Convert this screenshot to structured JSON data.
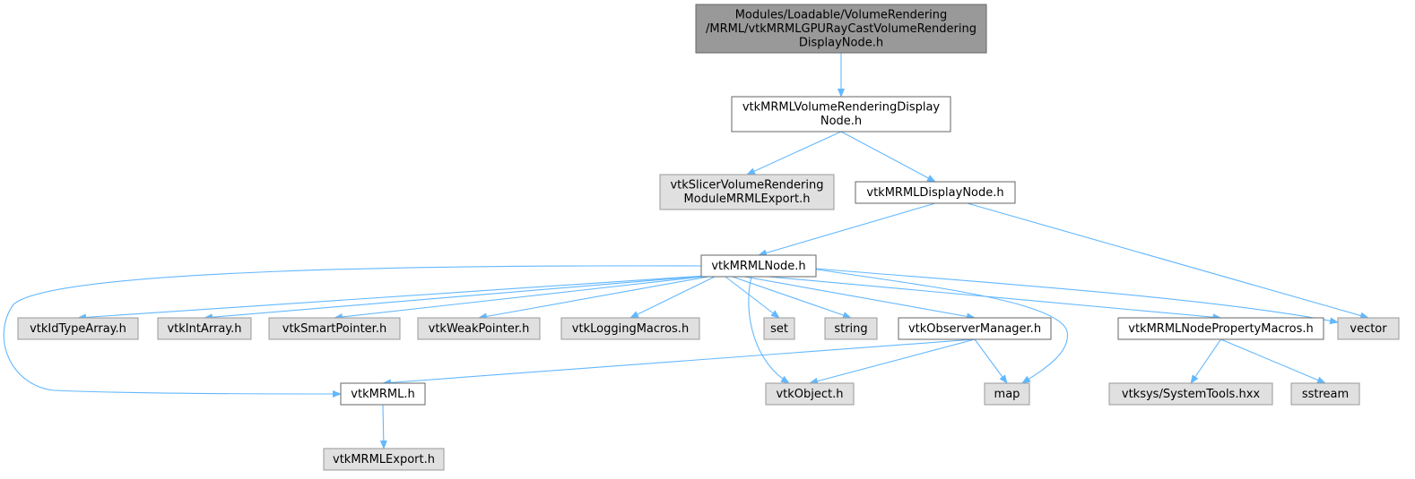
{
  "colors": {
    "root_fill": "#999999",
    "root_stroke": "#666666",
    "external_fill": "#e0e0e0",
    "external_stroke": "#999999",
    "internal_fill": "#ffffff",
    "internal_stroke": "#666666",
    "edge": "#63b8ff"
  },
  "nodes": [
    {
      "id": "root",
      "kind": "root",
      "lines": [
        "Modules/Loadable/VolumeRendering",
        "/MRML/vtkMRMLGPURayCastVolumeRendering",
        "DisplayNode.h"
      ]
    },
    {
      "id": "vrdisplay",
      "kind": "internal",
      "lines": [
        "vtkMRMLVolumeRenderingDisplay",
        "Node.h"
      ]
    },
    {
      "id": "slicerexport",
      "kind": "external",
      "lines": [
        "vtkSlicerVolumeRendering",
        "ModuleMRMLExport.h"
      ]
    },
    {
      "id": "displaynode",
      "kind": "internal",
      "lines": [
        "vtkMRMLDisplayNode.h"
      ]
    },
    {
      "id": "mrmlnode",
      "kind": "internal",
      "lines": [
        "vtkMRMLNode.h"
      ]
    },
    {
      "id": "idtypearray",
      "kind": "external",
      "lines": [
        "vtkIdTypeArray.h"
      ]
    },
    {
      "id": "intarray",
      "kind": "external",
      "lines": [
        "vtkIntArray.h"
      ]
    },
    {
      "id": "smartpointer",
      "kind": "external",
      "lines": [
        "vtkSmartPointer.h"
      ]
    },
    {
      "id": "weakpointer",
      "kind": "external",
      "lines": [
        "vtkWeakPointer.h"
      ]
    },
    {
      "id": "loggingmacros",
      "kind": "external",
      "lines": [
        "vtkLoggingMacros.h"
      ]
    },
    {
      "id": "set",
      "kind": "external",
      "lines": [
        "set"
      ]
    },
    {
      "id": "string",
      "kind": "external",
      "lines": [
        "string"
      ]
    },
    {
      "id": "observermanager",
      "kind": "internal",
      "lines": [
        "vtkObserverManager.h"
      ]
    },
    {
      "id": "propertymacros",
      "kind": "internal",
      "lines": [
        "vtkMRMLNodePropertyMacros.h"
      ]
    },
    {
      "id": "vector",
      "kind": "external",
      "lines": [
        "vector"
      ]
    },
    {
      "id": "mrml",
      "kind": "internal",
      "lines": [
        "vtkMRML.h"
      ]
    },
    {
      "id": "object",
      "kind": "external",
      "lines": [
        "vtkObject.h"
      ]
    },
    {
      "id": "map",
      "kind": "external",
      "lines": [
        "map"
      ]
    },
    {
      "id": "systemtools",
      "kind": "external",
      "lines": [
        "vtksys/SystemTools.hxx"
      ]
    },
    {
      "id": "sstream",
      "kind": "external",
      "lines": [
        "sstream"
      ]
    },
    {
      "id": "mrmlexport",
      "kind": "external",
      "lines": [
        "vtkMRMLExport.h"
      ]
    }
  ],
  "edges": [
    {
      "from": "root",
      "to": "vrdisplay"
    },
    {
      "from": "vrdisplay",
      "to": "slicerexport"
    },
    {
      "from": "vrdisplay",
      "to": "displaynode"
    },
    {
      "from": "displaynode",
      "to": "mrmlnode"
    },
    {
      "from": "displaynode",
      "to": "vector"
    },
    {
      "from": "mrmlnode",
      "to": "idtypearray"
    },
    {
      "from": "mrmlnode",
      "to": "intarray"
    },
    {
      "from": "mrmlnode",
      "to": "smartpointer"
    },
    {
      "from": "mrmlnode",
      "to": "weakpointer"
    },
    {
      "from": "mrmlnode",
      "to": "loggingmacros"
    },
    {
      "from": "mrmlnode",
      "to": "set"
    },
    {
      "from": "mrmlnode",
      "to": "string"
    },
    {
      "from": "mrmlnode",
      "to": "observermanager"
    },
    {
      "from": "mrmlnode",
      "to": "propertymacros"
    },
    {
      "from": "mrmlnode",
      "to": "vector"
    },
    {
      "from": "mrmlnode",
      "to": "mrml"
    },
    {
      "from": "mrmlnode",
      "to": "object"
    },
    {
      "from": "mrmlnode",
      "to": "map"
    },
    {
      "from": "observermanager",
      "to": "mrml"
    },
    {
      "from": "observermanager",
      "to": "object"
    },
    {
      "from": "observermanager",
      "to": "map"
    },
    {
      "from": "propertymacros",
      "to": "systemtools"
    },
    {
      "from": "propertymacros",
      "to": "sstream"
    },
    {
      "from": "mrml",
      "to": "mrmlexport"
    }
  ]
}
